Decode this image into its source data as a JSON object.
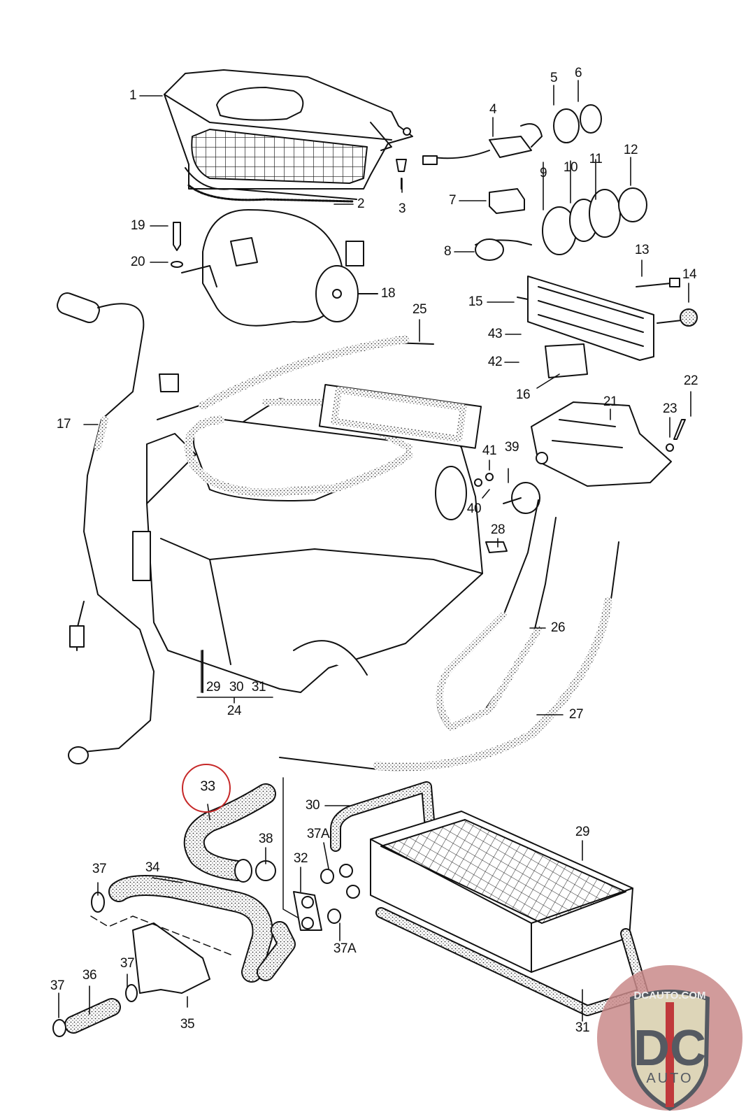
{
  "diagram": {
    "title": "Heater / blower housing assembly exploded parts diagram",
    "highlighted_part": "33",
    "highlight_color": "#c62828",
    "line_color": "#111111",
    "callouts": [
      {
        "id": "c1",
        "text": "1"
      },
      {
        "id": "c2",
        "text": "2"
      },
      {
        "id": "c3",
        "text": "3"
      },
      {
        "id": "c4",
        "text": "4"
      },
      {
        "id": "c5",
        "text": "5"
      },
      {
        "id": "c6",
        "text": "6"
      },
      {
        "id": "c7",
        "text": "7"
      },
      {
        "id": "c8",
        "text": "8"
      },
      {
        "id": "c9",
        "text": "9"
      },
      {
        "id": "c10",
        "text": "10"
      },
      {
        "id": "c11",
        "text": "11"
      },
      {
        "id": "c12",
        "text": "12"
      },
      {
        "id": "c13",
        "text": "13"
      },
      {
        "id": "c14",
        "text": "14"
      },
      {
        "id": "c15",
        "text": "15"
      },
      {
        "id": "c16",
        "text": "16"
      },
      {
        "id": "c17",
        "text": "17"
      },
      {
        "id": "c18",
        "text": "18"
      },
      {
        "id": "c19",
        "text": "19"
      },
      {
        "id": "c20",
        "text": "20"
      },
      {
        "id": "c21",
        "text": "21"
      },
      {
        "id": "c22",
        "text": "22"
      },
      {
        "id": "c23",
        "text": "23"
      },
      {
        "id": "c24",
        "text": "24"
      },
      {
        "id": "c25",
        "text": "25"
      },
      {
        "id": "c26",
        "text": "26"
      },
      {
        "id": "c27",
        "text": "27"
      },
      {
        "id": "c28",
        "text": "28"
      },
      {
        "id": "c29a",
        "text": "29"
      },
      {
        "id": "c30a",
        "text": "30"
      },
      {
        "id": "c31a",
        "text": "31"
      },
      {
        "id": "c29b",
        "text": "29"
      },
      {
        "id": "c30b",
        "text": "30"
      },
      {
        "id": "c31b",
        "text": "31"
      },
      {
        "id": "c32",
        "text": "32"
      },
      {
        "id": "c33",
        "text": "33"
      },
      {
        "id": "c34",
        "text": "34"
      },
      {
        "id": "c35",
        "text": "35"
      },
      {
        "id": "c36",
        "text": "36"
      },
      {
        "id": "c37a",
        "text": "37"
      },
      {
        "id": "c37b",
        "text": "37"
      },
      {
        "id": "c37c",
        "text": "37"
      },
      {
        "id": "c37A1",
        "text": "37A"
      },
      {
        "id": "c37A2",
        "text": "37A"
      },
      {
        "id": "c38",
        "text": "38"
      },
      {
        "id": "c39",
        "text": "39"
      },
      {
        "id": "c40",
        "text": "40"
      },
      {
        "id": "c41",
        "text": "41"
      },
      {
        "id": "c42",
        "text": "42"
      },
      {
        "id": "c43",
        "text": "43"
      }
    ]
  },
  "watermark": {
    "site": "DCAUTO.COM",
    "monogram": "DC",
    "subtitle": "AUTO",
    "colors": {
      "circle": "#c98a8a",
      "shield": "#ddd5b8",
      "shield_border": "#555a62",
      "text": "#555a62",
      "stripe": "#c0393b"
    }
  }
}
